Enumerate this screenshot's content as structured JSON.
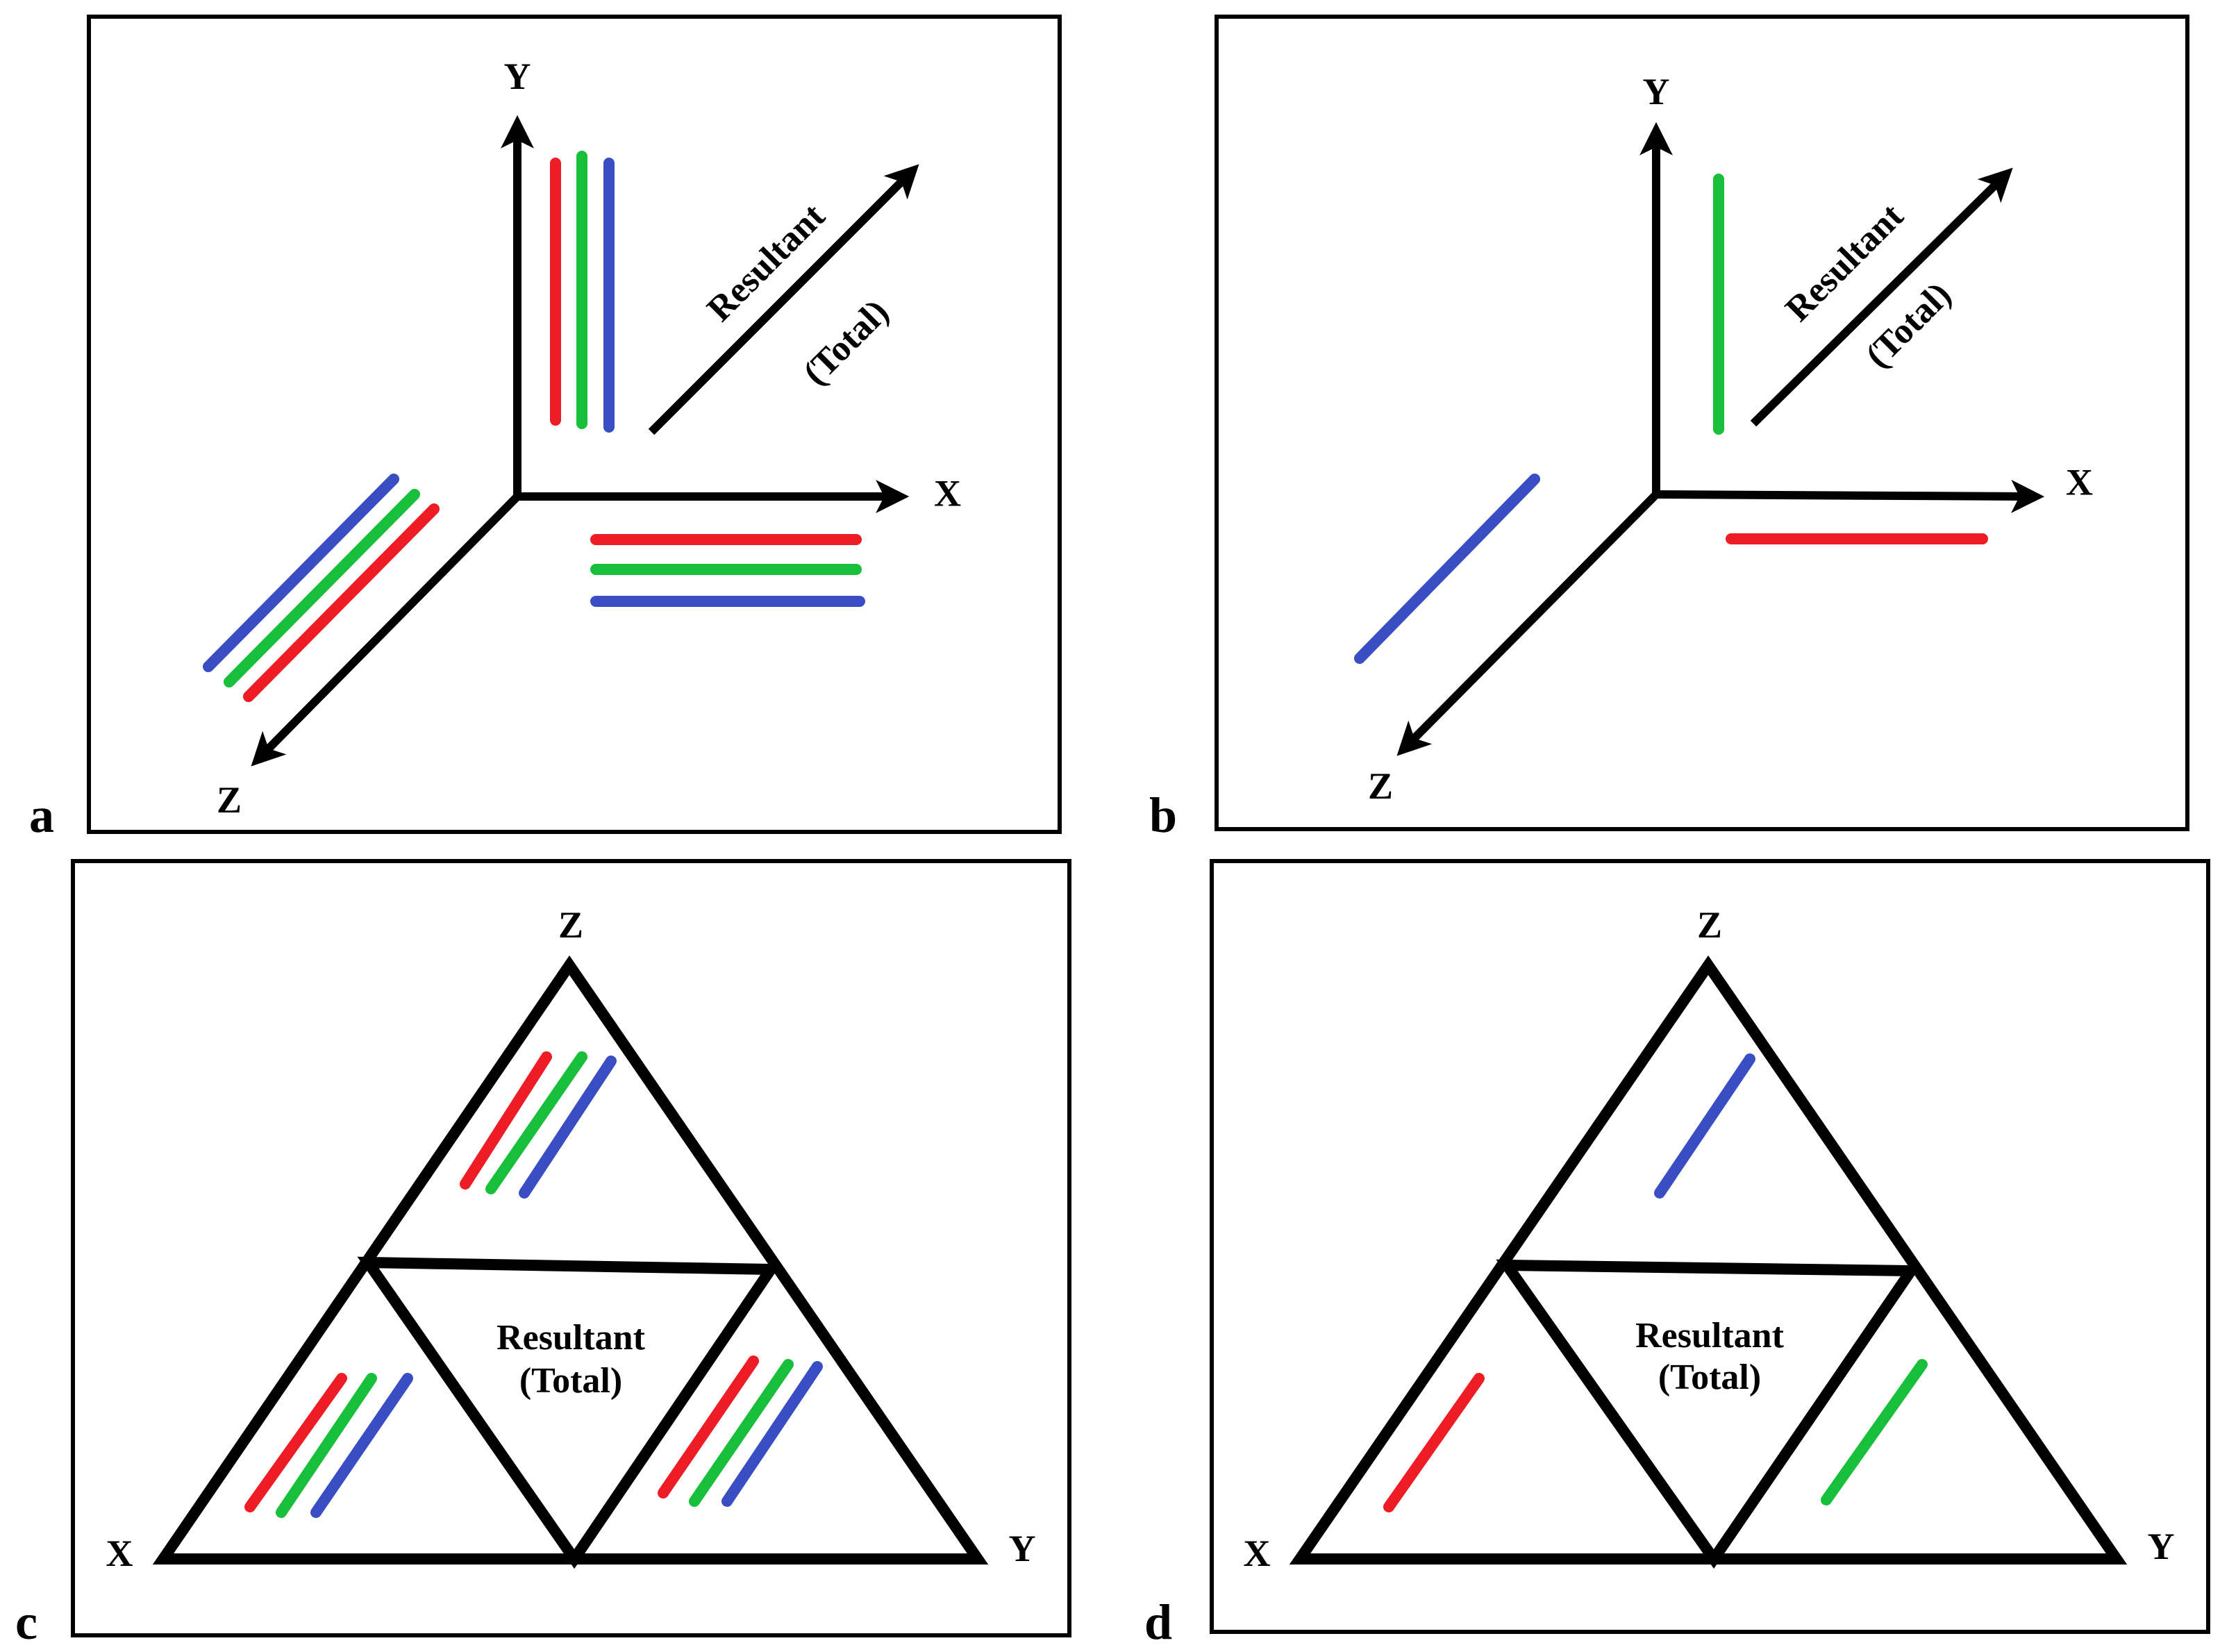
{
  "colors": {
    "red": "#ee1c25",
    "green": "#17bf3a",
    "blue": "#3a4ec4",
    "outline": "#000000"
  },
  "panels": {
    "a": {
      "letter": "a",
      "axes": {
        "x": "X",
        "y": "Y",
        "z": "Z"
      },
      "resultant": {
        "line1": "Resultant",
        "line2": "(Total)"
      }
    },
    "b": {
      "letter": "b",
      "axes": {
        "x": "X",
        "y": "Y",
        "z": "Z"
      },
      "resultant": {
        "line1": "Resultant",
        "line2": "(Total)"
      }
    },
    "c": {
      "letter": "c",
      "axes": {
        "x": "X",
        "y": "Y",
        "z": "Z"
      },
      "resultant": {
        "line1": "Resultant",
        "line2": "(Total)"
      }
    },
    "d": {
      "letter": "d",
      "axes": {
        "x": "X",
        "y": "Y",
        "z": "Z"
      },
      "resultant": {
        "line1": "Resultant",
        "line2": "(Total)"
      }
    }
  }
}
